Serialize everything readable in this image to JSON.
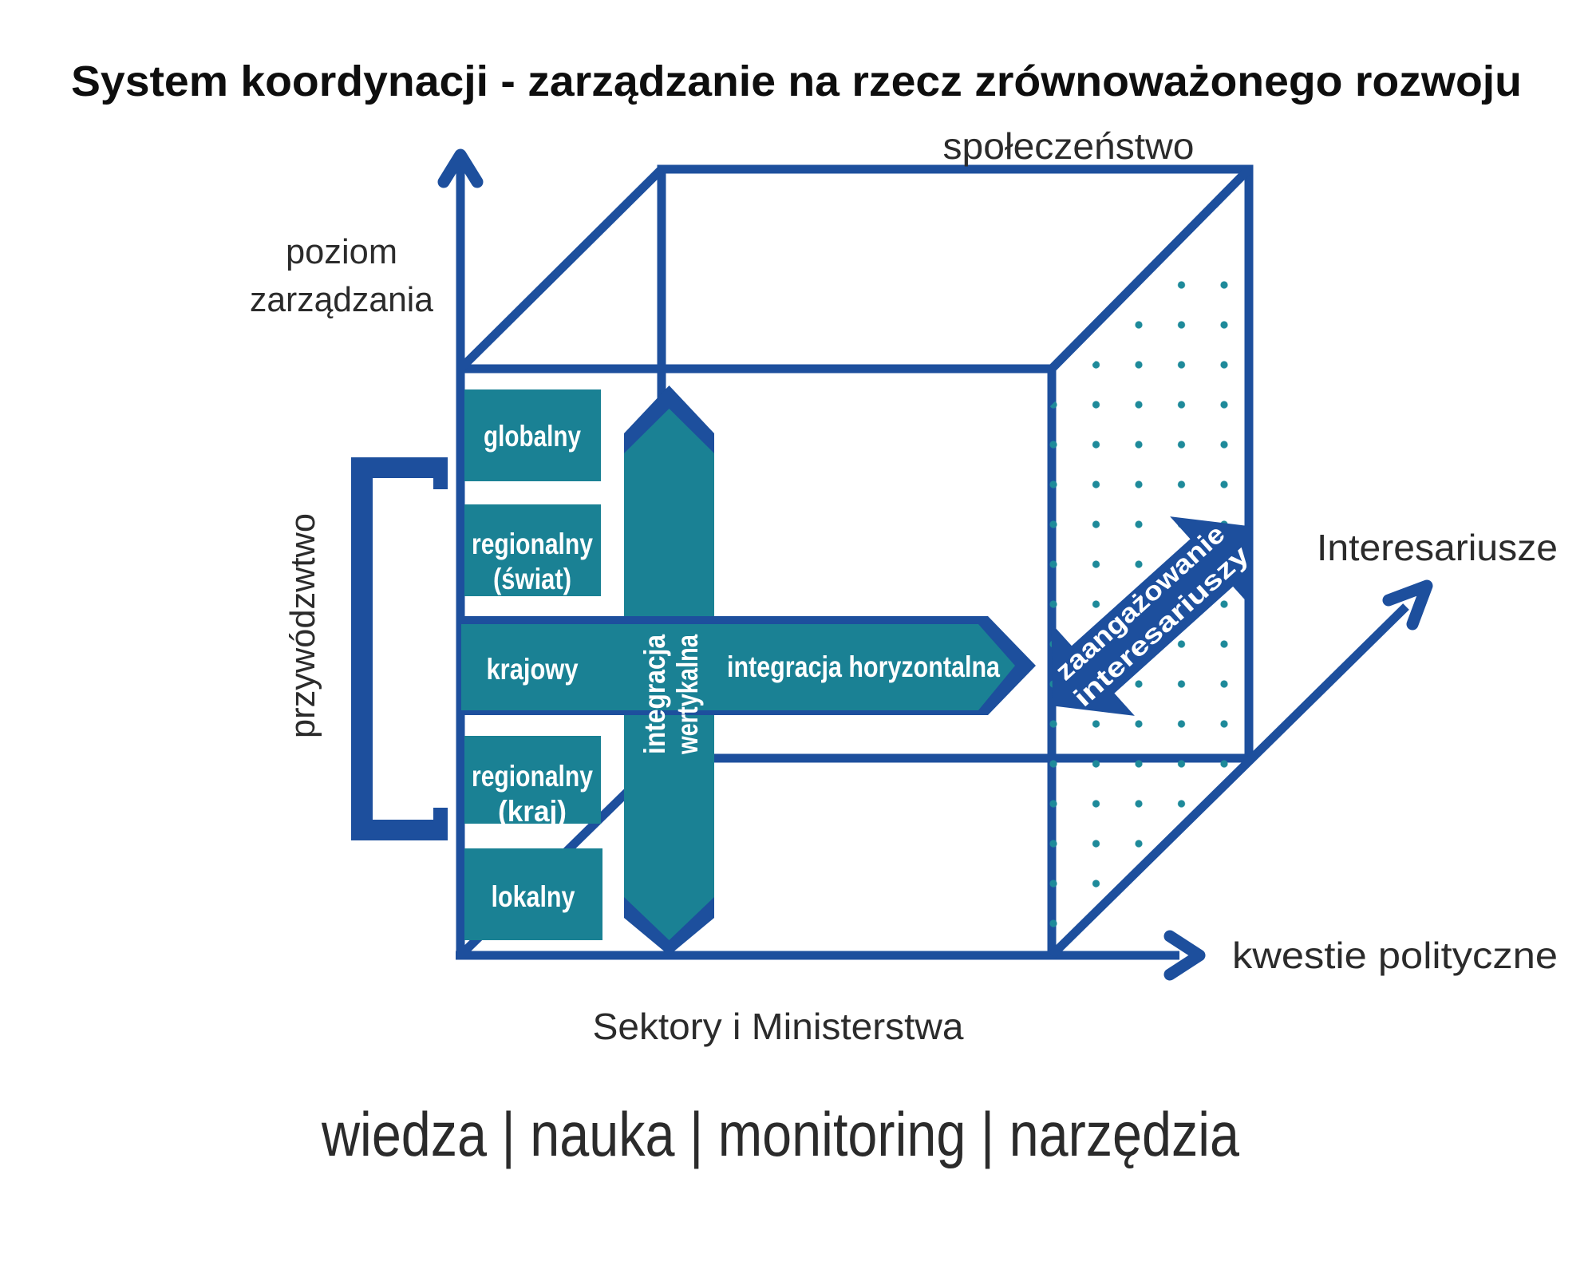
{
  "title": "System koordynacji - zarządzanie na rzecz zrównoważonego rozwoju",
  "colors": {
    "blue": "#1d4f9d",
    "teal": "#1a8194",
    "dots": "#1e8a9a",
    "dark_text": "#2b2b2b",
    "title_text": "#0e0e0e",
    "white": "#ffffff"
  },
  "axis_labels": {
    "management_level_line1": "poziom",
    "management_level_line2": "zarządzania",
    "society": "społeczeństwo",
    "leadership": "przywódzwtwo",
    "stakeholders": "Interesariusze",
    "political_issues": "kwestie polityczne",
    "sectors": "Sektory i Ministerstwa"
  },
  "levels": {
    "global": "globalny",
    "regional_world_line1": "regionalny",
    "regional_world_line2": "(świat)",
    "national": "krajowy",
    "regional_country_line1": "regionalny",
    "regional_country_line2": "(kraj)",
    "local": "lokalny"
  },
  "arrows": {
    "vertical_integration_line1": "integracja",
    "vertical_integration_line2": "wertykalna",
    "horizontal_integration": "integracja horyzontalna",
    "stakeholder_engagement_line1": "zaangażowanie",
    "stakeholder_engagement_line2": "interesariuszy"
  },
  "caption": "wiedza | nauka | monitoring | narzędzia"
}
